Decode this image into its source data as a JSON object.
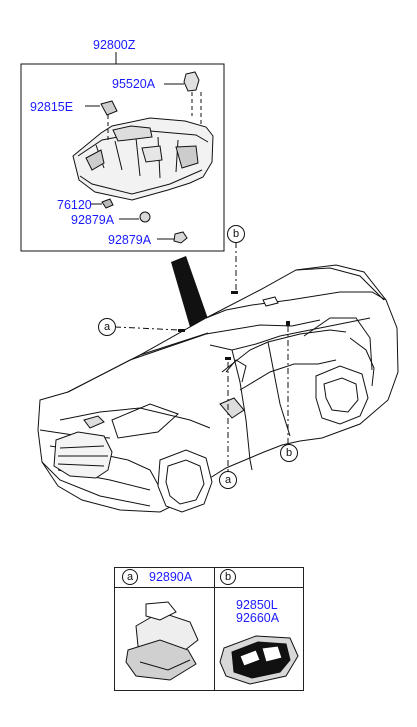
{
  "assembly": {
    "number": "92800Z"
  },
  "parts": {
    "p95520A": "95520A",
    "p92815E": "92815E",
    "p76120": "76120",
    "p92879A_1": "92879A",
    "p92879A_2": "92879A"
  },
  "markers": {
    "a": "a",
    "b": "b"
  },
  "legend": {
    "col_a": {
      "marker": "a",
      "parts": [
        "92890A"
      ]
    },
    "col_b": {
      "marker": "b",
      "parts": [
        "92850L",
        "92660A"
      ]
    }
  },
  "colors": {
    "part_number": "#1a1aff",
    "line": "#111111",
    "background": "#ffffff"
  }
}
